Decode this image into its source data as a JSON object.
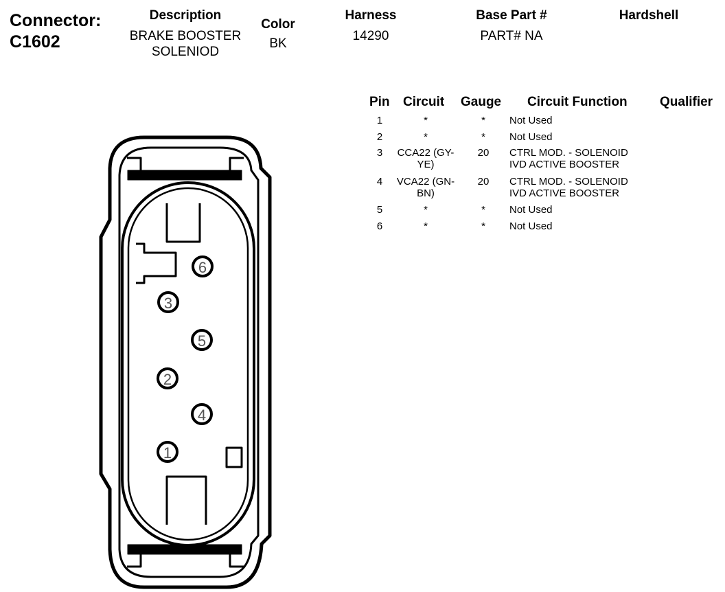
{
  "connector": {
    "label": "Connector:",
    "id": "C1602"
  },
  "header": {
    "description_label": "Description",
    "description_line1": "BRAKE BOOSTER",
    "description_line2": "SOLENIOD",
    "color_label": "Color",
    "color_value": "BK",
    "harness_label": "Harness",
    "harness_value": "14290",
    "base_part_label": "Base Part #",
    "base_part_value": "PART# NA",
    "hardshell_label": "Hardshell"
  },
  "table": {
    "columns": [
      "Pin",
      "Circuit",
      "Gauge",
      "Circuit Function",
      "Qualifier"
    ],
    "rows": [
      {
        "pin": "1",
        "circuit": [
          "*"
        ],
        "gauge": "*",
        "function": [
          "Not Used"
        ],
        "qualifier": ""
      },
      {
        "pin": "2",
        "circuit": [
          "*"
        ],
        "gauge": "*",
        "function": [
          "Not Used"
        ],
        "qualifier": ""
      },
      {
        "pin": "3",
        "circuit": [
          "CCA22 (GY-",
          "YE)"
        ],
        "gauge": "20",
        "function": [
          "CTRL MOD. - SOLENOID",
          "IVD ACTIVE BOOSTER"
        ],
        "qualifier": ""
      },
      {
        "pin": "4",
        "circuit": [
          "VCA22 (GN-",
          "BN)"
        ],
        "gauge": "20",
        "function": [
          "CTRL MOD. - SOLENOID",
          "IVD ACTIVE BOOSTER"
        ],
        "qualifier": ""
      },
      {
        "pin": "5",
        "circuit": [
          "*"
        ],
        "gauge": "*",
        "function": [
          "Not Used"
        ],
        "qualifier": ""
      },
      {
        "pin": "6",
        "circuit": [
          "*"
        ],
        "gauge": "*",
        "function": [
          "Not Used"
        ],
        "qualifier": ""
      }
    ]
  },
  "diagram": {
    "pins": [
      "6",
      "3",
      "5",
      "2",
      "4",
      "1"
    ]
  }
}
